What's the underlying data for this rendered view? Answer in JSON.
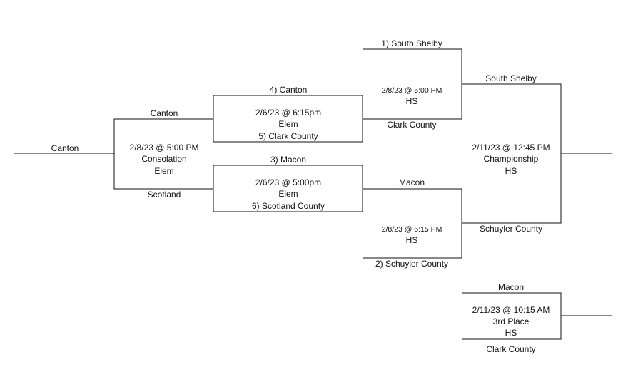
{
  "colors": {
    "line": "#111111",
    "text": "#111111",
    "background": "#ffffff"
  },
  "consolation": {
    "winner": "Canton",
    "top_team": "Canton",
    "bottom_team": "Scotland",
    "date_time": "2/8/23 @ 5:00 PM",
    "round": "Consolation",
    "location": "Elem"
  },
  "quarterfinal_a": {
    "top_seed": "4) Canton",
    "date_time": "2/6/23 @ 6:15pm",
    "location": "Elem",
    "bottom_seed": "5) Clark County"
  },
  "quarterfinal_b": {
    "top_seed": "3)  Macon",
    "date_time": "2/6/23 @ 5:00pm",
    "location": "Elem",
    "bottom_seed": "6) Scotland County"
  },
  "semifinal_top": {
    "top_seed": "1) South Shelby",
    "date_time": "2/8/23 @ 5:00 PM",
    "location": "HS",
    "bottom_team": "Clark County"
  },
  "semifinal_bottom": {
    "top_team": "Macon",
    "date_time": "2/8/23 @ 6:15 PM",
    "location": "HS",
    "bottom_seed": "2)  Schuyler County"
  },
  "championship": {
    "top_team": "South Shelby",
    "date_time": "2/11/23 @ 12:45 PM",
    "round": "Championship",
    "location": "HS",
    "bottom_team": "Schuyler County"
  },
  "third_place": {
    "top_team": "Macon",
    "date_time": "2/11/23 @ 10:15 AM",
    "round": "3rd Place",
    "location": "HS",
    "bottom_team": "Clark County"
  }
}
